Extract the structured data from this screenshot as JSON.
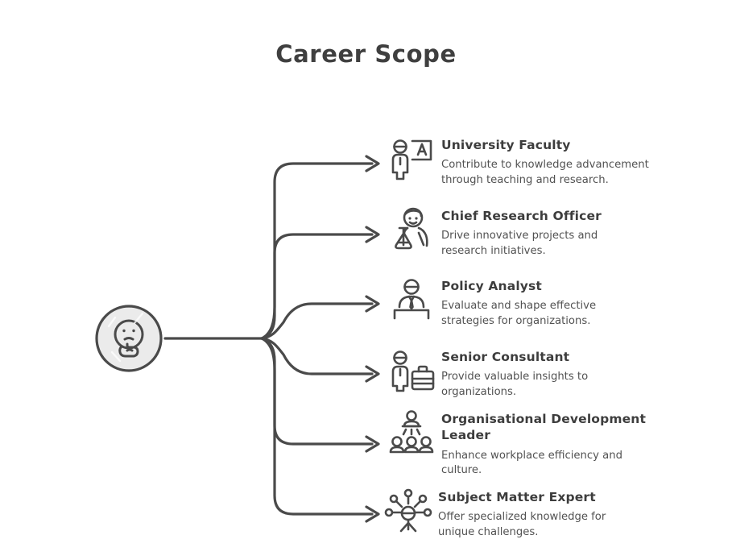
{
  "page": {
    "title": "Career Scope",
    "background_color": "#ffffff",
    "ink_color": "#4a4a4a",
    "heading_color": "#3d3d3d",
    "body_color": "#525252"
  },
  "root": {
    "icon": "thinking-face-icon",
    "fill_color": "#ebebeb",
    "stroke_color": "#4a4a4a"
  },
  "branches": [
    {
      "icon": "teacher-whiteboard-icon",
      "title": "University Faculty",
      "description": "Contribute to knowledge advancement through teaching and research."
    },
    {
      "icon": "scientist-flask-icon",
      "title": "Chief Research Officer",
      "description": "Drive innovative projects and research initiatives."
    },
    {
      "icon": "analyst-desk-icon",
      "title": "Policy Analyst",
      "description": "Evaluate and shape effective strategies for organizations."
    },
    {
      "icon": "consultant-briefcase-icon",
      "title": "Senior Consultant",
      "description": "Provide valuable insights to organizations."
    },
    {
      "icon": "team-hierarchy-icon",
      "title": "Organisational Development Leader",
      "description": "Enhance workplace efficiency and culture."
    },
    {
      "icon": "expert-network-icon",
      "title": "Subject Matter Expert",
      "description": "Offer specialized knowledge for unique challenges."
    }
  ]
}
